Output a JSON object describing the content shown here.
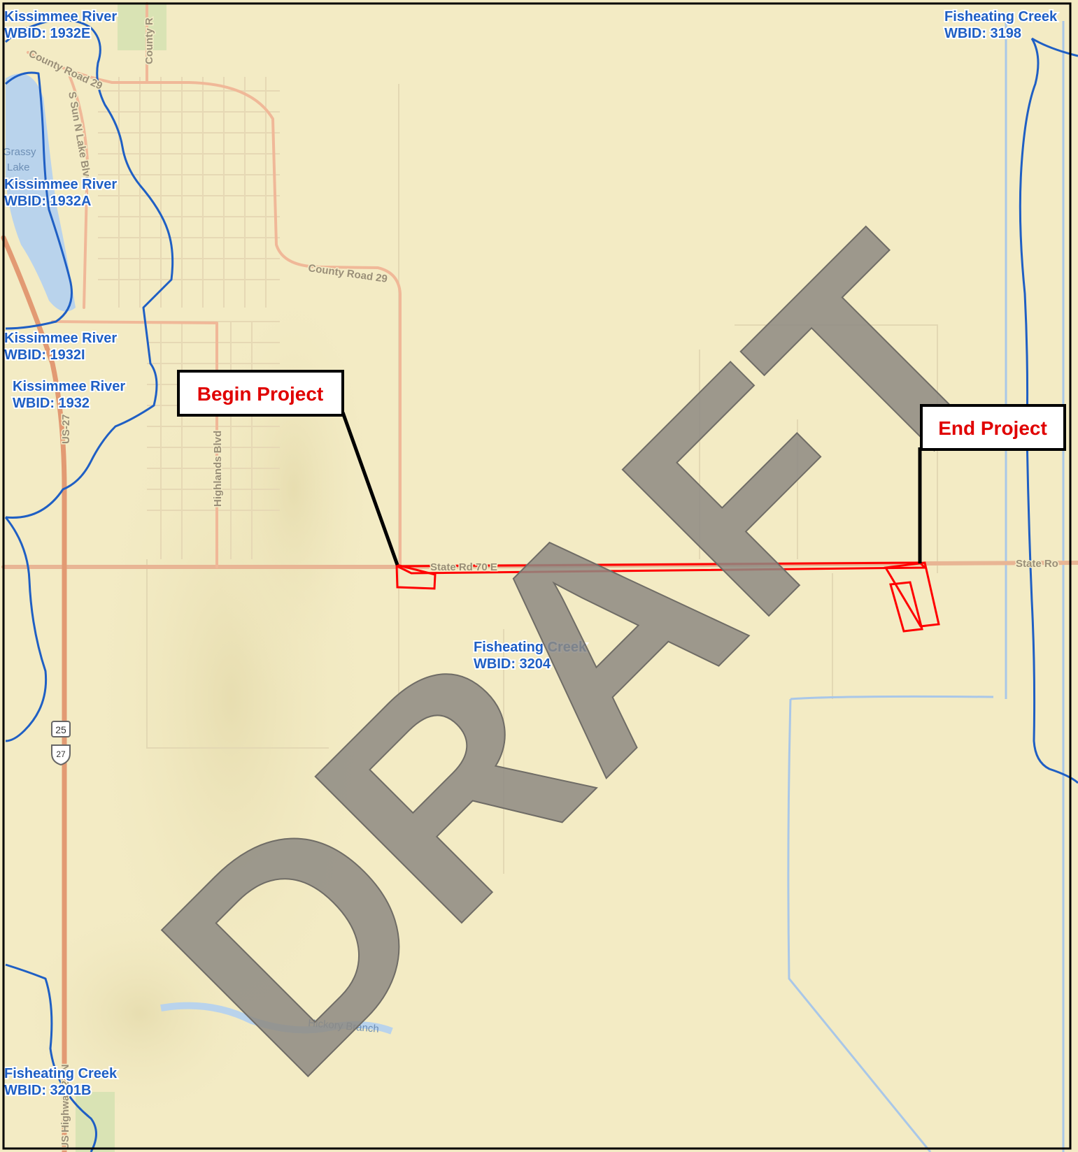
{
  "waterbody_labels": [
    {
      "name": "Kissimmee River",
      "wbid": "WBID: 1932E"
    },
    {
      "name": "Kissimmee River",
      "wbid": "WBID: 1932A"
    },
    {
      "name": "Kissimmee River",
      "wbid": "WBID: 1932I"
    },
    {
      "name": "Kissimmee River",
      "wbid": "WBID: 1932"
    },
    {
      "name": "Fisheating Creek",
      "wbid": "WBID: 3198"
    },
    {
      "name": "Fisheating Creek",
      "wbid": "WBID: 3204"
    },
    {
      "name": "Fisheating Creek",
      "wbid": "WBID: 3201B"
    }
  ],
  "road_labels": {
    "county_road_29_a": "County Road 29",
    "county_road_29_b": "County Road 29",
    "county_road_top": "County R",
    "sun_n_lake": "S Sun N Lake Blvd",
    "highlands_blvd": "Highlands Blvd",
    "us_27": "US-27",
    "us_highway": "US Highway 27 N",
    "state_road_east": "State Ro",
    "state_road_mid": "State Rd 70 E"
  },
  "water_labels": {
    "lake_line1": "Grassy",
    "lake_line2": "Lake",
    "branch": "Hickory Branch"
  },
  "shields": {
    "state": "25",
    "us": "27"
  },
  "callouts": {
    "begin": "Begin Project",
    "end": "End Project"
  },
  "watermark": "DRAFT",
  "colors": {
    "land": "#f3ebc4",
    "boundary": "#1f5fc4",
    "project": "#ff0000",
    "road": "#e8b594",
    "water": "#b9d3ec"
  }
}
